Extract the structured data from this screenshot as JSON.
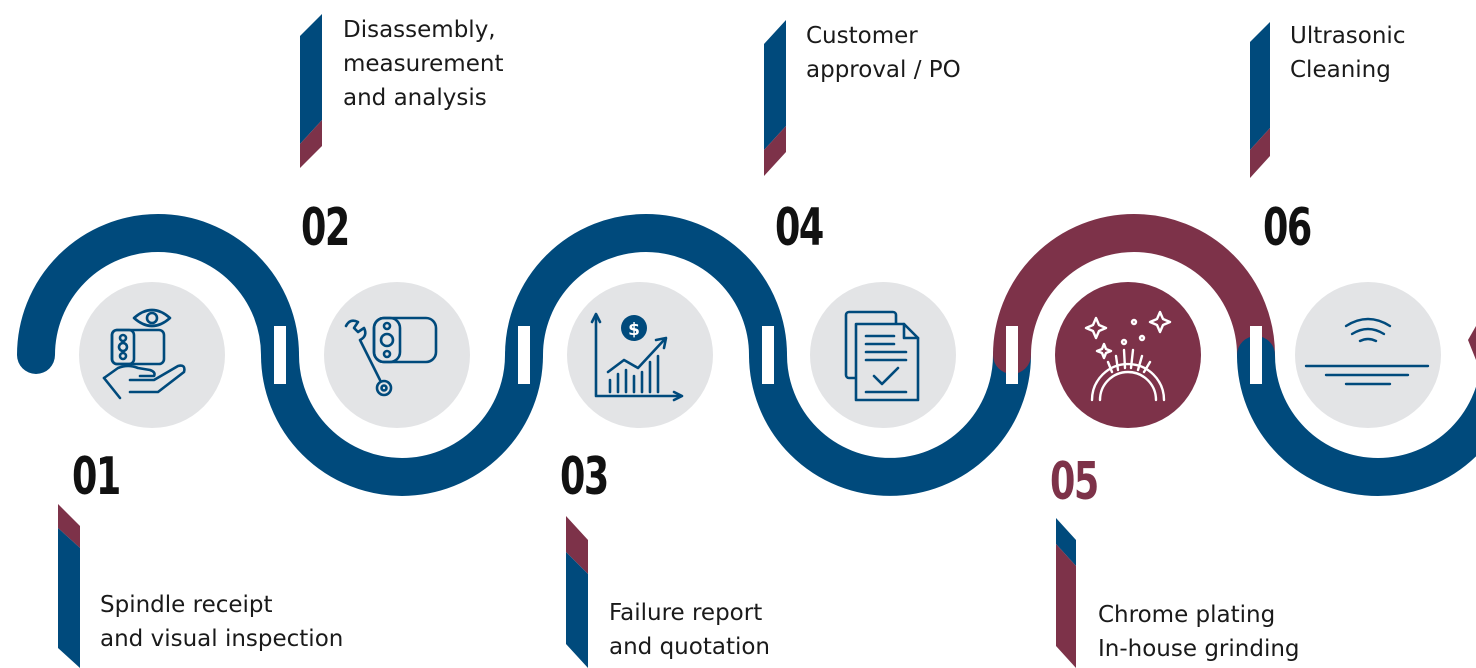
{
  "colors": {
    "navy": "#004a7c",
    "maroon": "#7d3249",
    "circle_gray": "#e3e4e6",
    "text": "#1a1a1a"
  },
  "steps": [
    {
      "number": "01",
      "text": "Spindle receipt\nand visual inspection",
      "icon": "eye-hand-spindle-icon",
      "accent": "navy"
    },
    {
      "number": "02",
      "text": "Disassembly,\nmeasurement\nand analysis",
      "icon": "wrench-spindle-icon",
      "accent": "navy"
    },
    {
      "number": "03",
      "text": "Failure report\nand quotation",
      "icon": "dollar-growth-chart-icon",
      "accent": "navy"
    },
    {
      "number": "04",
      "text": "Customer\napproval / PO",
      "icon": "approved-documents-icon",
      "accent": "navy"
    },
    {
      "number": "05",
      "text": "Chrome plating\nIn-house grinding",
      "icon": "sparkling-chrome-icon",
      "accent": "maroon"
    },
    {
      "number": "06",
      "text": "Ultrasonic\nCleaning",
      "icon": "ultrasonic-wave-icon",
      "accent": "navy"
    }
  ]
}
